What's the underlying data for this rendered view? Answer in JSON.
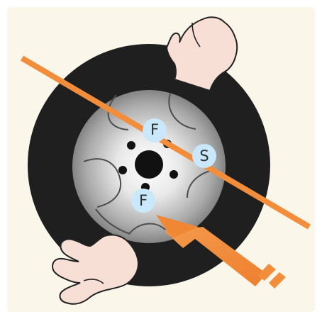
{
  "diagram": {
    "labels": {
      "top_marker": "F",
      "side_marker": "S",
      "bottom_marker": "F"
    },
    "colors": {
      "background": "#fbf6ea",
      "tire": "#1f1f1f",
      "accent": "#f28d3b",
      "marker_fill": "#c9e8fb",
      "hand_fill": "#f7dfd6",
      "hand_stroke": "#222222",
      "rim_light": "#ffffff",
      "rim_dark": "#6f6f6f"
    }
  }
}
